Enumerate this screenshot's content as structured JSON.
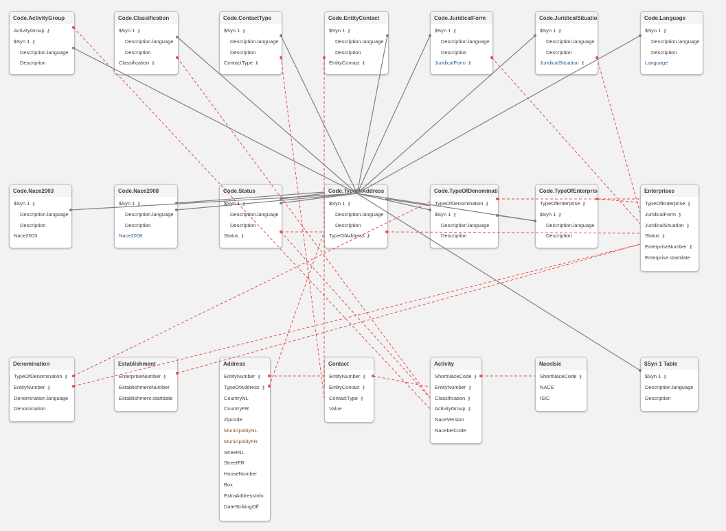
{
  "tables": [
    {
      "name": "Code.ActivityGroup",
      "fields": [
        {
          "n": "ActivityGroup",
          "k": 1
        },
        {
          "n": "$Syn 1",
          "k": 1
        },
        {
          "n": "Description.language",
          "i": 1
        },
        {
          "n": "Description",
          "i": 1
        }
      ]
    },
    {
      "name": "Code.Classification",
      "fields": [
        {
          "n": "$Syn 1",
          "k": 1
        },
        {
          "n": "Description.language",
          "i": 1
        },
        {
          "n": "Description",
          "i": 1
        },
        {
          "n": "Classification",
          "k": 1
        }
      ]
    },
    {
      "name": "Code.ContactType",
      "fields": [
        {
          "n": "$Syn 1",
          "k": 1
        },
        {
          "n": "Description.language",
          "i": 1
        },
        {
          "n": "Description",
          "i": 1
        },
        {
          "n": "ContactType",
          "k": 1
        }
      ]
    },
    {
      "name": "Code.EntityContact",
      "fields": [
        {
          "n": "$Syn 1",
          "k": 1
        },
        {
          "n": "Description.language",
          "i": 1
        },
        {
          "n": "Description",
          "i": 1
        },
        {
          "n": "EntityContact",
          "k": 1
        }
      ]
    },
    {
      "name": "Code.JuridicalForm",
      "fields": [
        {
          "n": "$Syn 1",
          "k": 1
        },
        {
          "n": "Description.language",
          "i": 1
        },
        {
          "n": "Description",
          "i": 1
        },
        {
          "n": "JuridicalForm",
          "k": 1,
          "c": "blue"
        }
      ]
    },
    {
      "name": "Code.JuridicalSituation",
      "fields": [
        {
          "n": "$Syn 1",
          "k": 1
        },
        {
          "n": "Description.language",
          "i": 1
        },
        {
          "n": "Description",
          "i": 1
        },
        {
          "n": "JuridicalSituation",
          "k": 1,
          "c": "blue"
        }
      ]
    },
    {
      "name": "Code.Language",
      "fields": [
        {
          "n": "$Syn 1",
          "k": 1
        },
        {
          "n": "Description.language",
          "i": 1
        },
        {
          "n": "Description",
          "i": 1
        },
        {
          "n": "Language",
          "c": "blue"
        }
      ]
    },
    {
      "name": "Code.Nace2003",
      "fields": [
        {
          "n": "$Syn 1",
          "k": 1
        },
        {
          "n": "Description.language",
          "i": 1
        },
        {
          "n": "Description",
          "i": 1
        },
        {
          "n": "Nace2003"
        }
      ]
    },
    {
      "name": "Code.Nace2008",
      "fields": [
        {
          "n": "$Syn 1",
          "k": 1
        },
        {
          "n": "Description.language",
          "i": 1
        },
        {
          "n": "Description",
          "i": 1
        },
        {
          "n": "Nace2008",
          "c": "blue"
        }
      ]
    },
    {
      "name": "Code.Status",
      "fields": [
        {
          "n": "$Syn 1",
          "k": 1
        },
        {
          "n": "Description.language",
          "i": 1
        },
        {
          "n": "Description",
          "i": 1
        },
        {
          "n": "Status",
          "k": 1
        }
      ]
    },
    {
      "name": "Code.TypeOfAddress",
      "fields": [
        {
          "n": "$Syn 1",
          "k": 1
        },
        {
          "n": "Description.language",
          "i": 1
        },
        {
          "n": "Description",
          "i": 1
        },
        {
          "n": "TypeOfAddress",
          "k": 1
        }
      ]
    },
    {
      "name": "Code.TypeOfDenomination",
      "fields": [
        {
          "n": "TypeOfDenomination",
          "k": 1
        },
        {
          "n": "$Syn 1",
          "k": 1
        },
        {
          "n": "Description.language",
          "i": 1
        },
        {
          "n": "Description",
          "i": 1
        }
      ]
    },
    {
      "name": "Code.TypeOfEnterprise",
      "fields": [
        {
          "n": "TypeOfEnterprise",
          "k": 1
        },
        {
          "n": "$Syn 1",
          "k": 1
        },
        {
          "n": "Description.language",
          "i": 1
        },
        {
          "n": "Description",
          "i": 1
        }
      ]
    },
    {
      "name": "Enterprises",
      "fields": [
        {
          "n": "TypeOfEnterprise",
          "k": 1
        },
        {
          "n": "JuridicalForm",
          "k": 1
        },
        {
          "n": "JuridicalSituation",
          "k": 1
        },
        {
          "n": "Status",
          "k": 1
        },
        {
          "n": "EnterpriseNumber",
          "k": 1
        },
        {
          "n": "Enterprise.startdate"
        }
      ]
    },
    {
      "name": "Denomination",
      "fields": [
        {
          "n": "TypeOfDenomination",
          "k": 1
        },
        {
          "n": "EntityNumber",
          "k": 1
        },
        {
          "n": "Denomination.language"
        },
        {
          "n": "Denomination"
        }
      ]
    },
    {
      "name": "Establishment",
      "fields": [
        {
          "n": "EnterpriseNumber",
          "k": 1
        },
        {
          "n": "EstablishmentNumber"
        },
        {
          "n": "Establishment.startdate"
        }
      ]
    },
    {
      "name": "Address",
      "fields": [
        {
          "n": "EntityNumber",
          "k": 1
        },
        {
          "n": "TypeOfAddress",
          "k": 1
        },
        {
          "n": "CountryNL"
        },
        {
          "n": "CountryFR"
        },
        {
          "n": "Zipcode"
        },
        {
          "n": "MunicipalityNL",
          "c": "orange"
        },
        {
          "n": "MunicipalityFR",
          "c": "orange"
        },
        {
          "n": "StreetNL"
        },
        {
          "n": "StreetFR"
        },
        {
          "n": "HouseNumber"
        },
        {
          "n": "Box"
        },
        {
          "n": "ExtraAddressInfo"
        },
        {
          "n": "DateStrikingOff"
        }
      ]
    },
    {
      "name": "Contact",
      "fields": [
        {
          "n": "EntityNumber",
          "k": 1
        },
        {
          "n": "EntityContact",
          "k": 1
        },
        {
          "n": "ContactType",
          "k": 1
        },
        {
          "n": "Value",
          "c": "blue"
        }
      ]
    },
    {
      "name": "Activity",
      "fields": [
        {
          "n": "ShortNaceCode",
          "k": 1
        },
        {
          "n": "EntityNumber",
          "k": 1
        },
        {
          "n": "Classification",
          "k": 1
        },
        {
          "n": "ActivityGroup",
          "k": 1
        },
        {
          "n": "NaceVersion"
        },
        {
          "n": "NacebelCode"
        }
      ]
    },
    {
      "name": "NaceIsic",
      "fields": [
        {
          "n": "ShortNaceCode",
          "k": 1
        },
        {
          "n": "NACE"
        },
        {
          "n": "ISIC"
        }
      ]
    },
    {
      "name": "$Syn 1 Table",
      "fields": [
        {
          "n": "$Syn 1",
          "k": 1
        },
        {
          "n": "Description.language"
        },
        {
          "n": "Description"
        }
      ]
    }
  ],
  "colors": {
    "solid_link": "#808080",
    "key_link": "#e84a4a"
  }
}
